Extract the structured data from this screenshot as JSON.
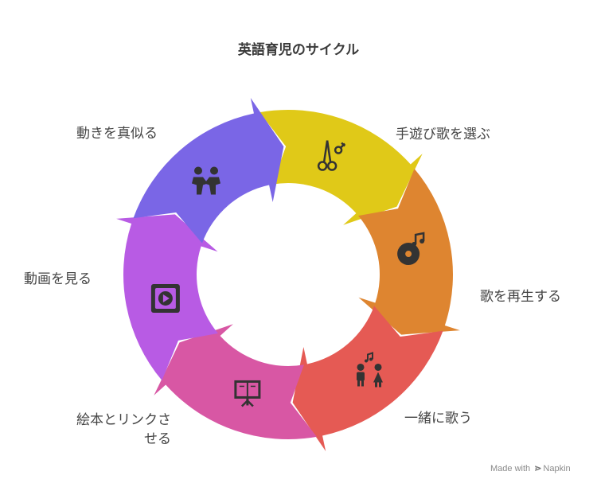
{
  "title": "英語育児のサイクル",
  "steps": [
    {
      "label": "手遊び歌を選ぶ",
      "color": "#E0C918",
      "icon": "scissors-gender-icon"
    },
    {
      "label": "歌を再生する",
      "color": "#DE8530",
      "icon": "music-disc-icon"
    },
    {
      "label": "一緒に歌う",
      "color": "#E55A54",
      "icon": "parent-child-singing-icon"
    },
    {
      "label": "絵本とリンクさ\nせる",
      "color": "#D857A4",
      "icon": "book-easel-icon"
    },
    {
      "label": "動画を見る",
      "color": "#B85BE4",
      "icon": "play-video-icon"
    },
    {
      "label": "動きを真似る",
      "color": "#7A66E6",
      "icon": "two-people-mimic-icon"
    }
  ],
  "watermark": {
    "prefix": "Made with",
    "brand": "Napkin"
  }
}
